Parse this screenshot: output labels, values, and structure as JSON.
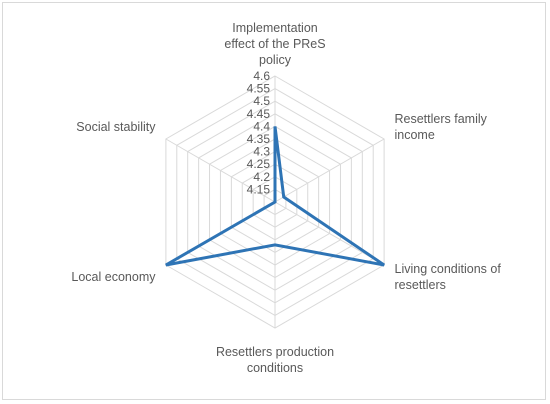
{
  "chart_data": {
    "type": "radar",
    "title": "",
    "axes": [
      "Implementation effect of the PReS policy",
      "Resettlers family income",
      "Living conditions of resettlers",
      "Resettlers production conditions",
      "Local economy",
      "Social stability"
    ],
    "axis_label_lines": [
      [
        "Implementation",
        "effect of the PReS",
        "policy"
      ],
      [
        "Resettlers family",
        "income"
      ],
      [
        "Living conditions of",
        "resettlers"
      ],
      [
        "Resettlers production",
        "conditions"
      ],
      [
        "Local economy"
      ],
      [
        "Social stability"
      ]
    ],
    "ticks": [
      "4.15",
      "4.2",
      "4.25",
      "4.3",
      "4.35",
      "4.4",
      "4.45",
      "4.5",
      "4.55",
      "4.6"
    ],
    "range": [
      4.1,
      4.6
    ],
    "grid": true,
    "legend": "none",
    "series": [
      {
        "values": [
          4.4,
          4.14,
          4.6,
          4.27,
          4.6,
          4.1
        ],
        "color": "#2e74b5"
      }
    ],
    "grid_color": "#d9d9d9",
    "text_color": "#595959"
  }
}
